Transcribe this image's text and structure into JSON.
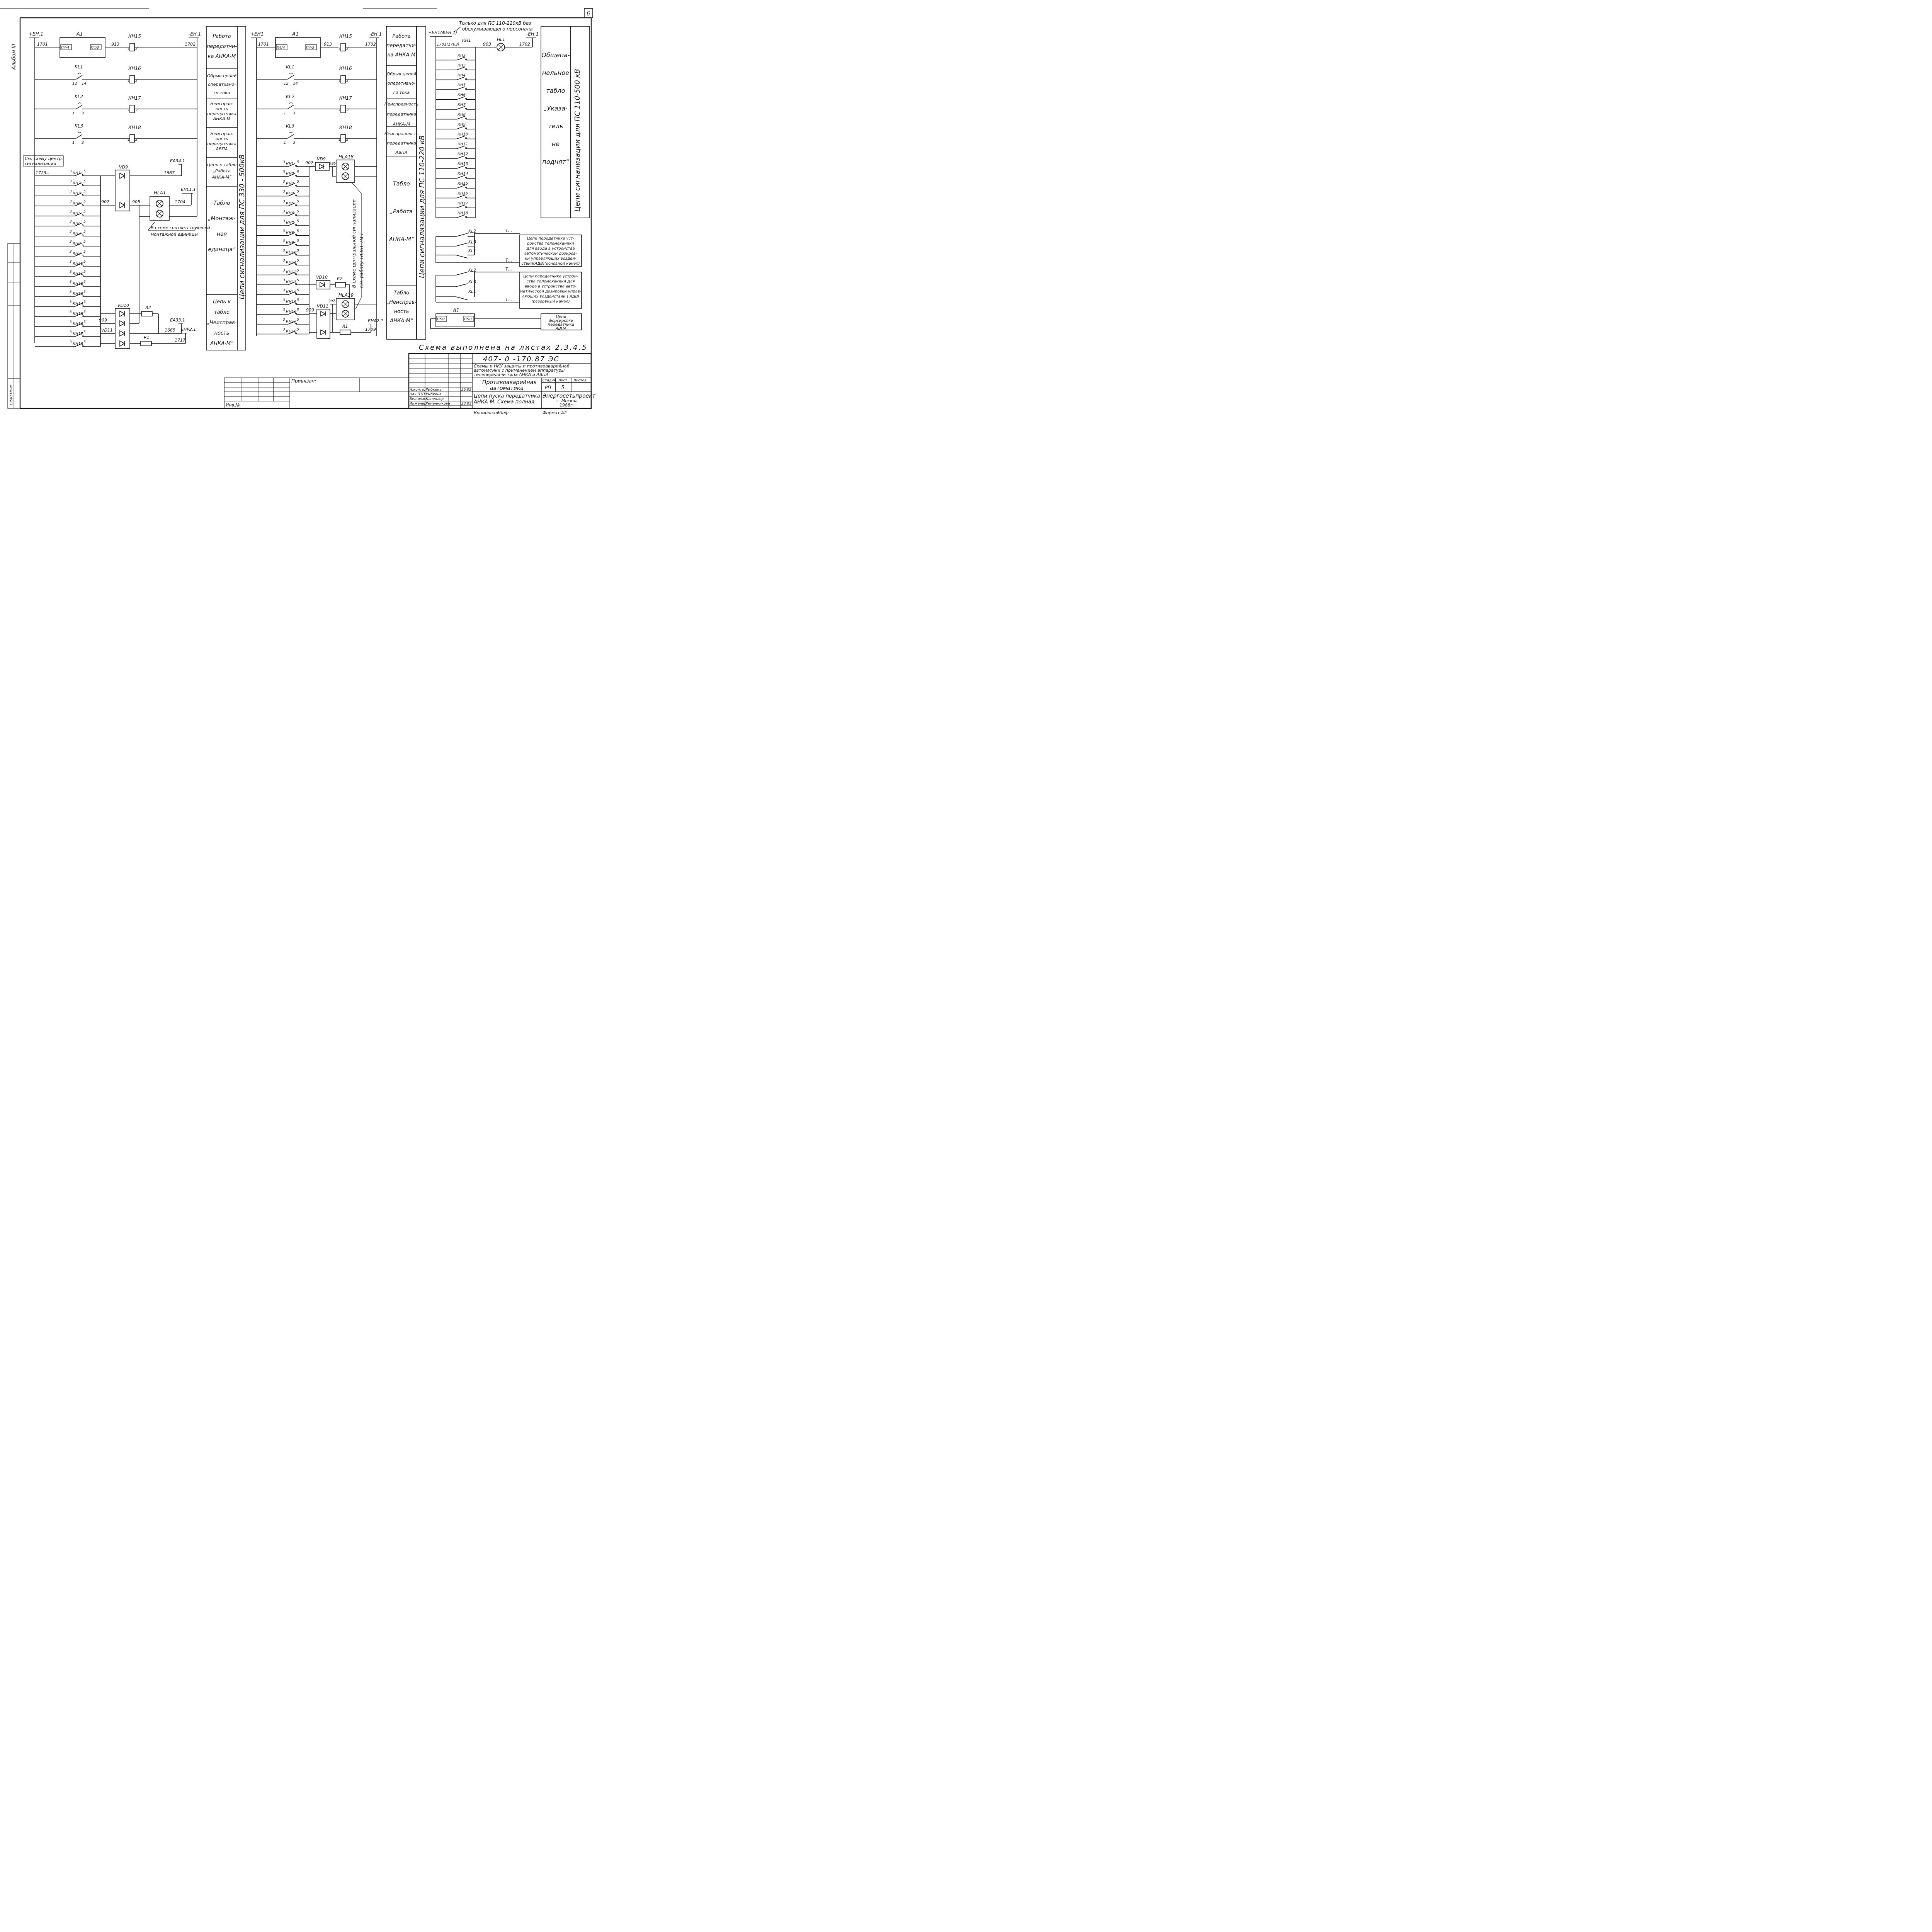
{
  "sheet": {
    "page_number": "6",
    "album_label": "Альбом III",
    "margin_code": "13561ТМ-III",
    "scheme_note": "Схема выполнена на листах 2,3,4,5"
  },
  "left_circuit": {
    "bus_plus": "+ЕН.1",
    "bus_minus": "-ЕН.1",
    "wire_1701": "1701",
    "wire_1702": "1702",
    "wire_913": "913",
    "device_a1": "А1",
    "a1_pin_left": "П4/4",
    "a1_pin_right": "П4/3",
    "relays": [
      "КН15",
      "КН16",
      "КН17",
      "КН18"
    ],
    "contacts": [
      "KL1",
      "KL2",
      "KL3"
    ],
    "kl1_pins": [
      "12",
      "14"
    ],
    "kl_pins": [
      "1",
      "3"
    ],
    "coil_pins": [
      "1",
      "2"
    ],
    "central_note": [
      "См. схему центр.",
      "сигнализации"
    ],
    "wire_1723": "1723-...",
    "kh_contacts": [
      "КН1",
      "КН2",
      "КН3",
      "КН4",
      "КН5",
      "КН6",
      "КН7",
      "КН8",
      "КН9",
      "КН10",
      "КН11",
      "КН12",
      "КН13",
      "КН14",
      "КН15",
      "КН16",
      "КН17",
      "КН18"
    ],
    "pin_3": "3",
    "pin_5": "5",
    "vd9": "VD9",
    "vd10": "VD10",
    "vd11": "VD11",
    "hla1": "HLA1",
    "r1": "R1",
    "r2": "R2",
    "ea34": "ЕА34.1",
    "ea33": "ЕА33.1",
    "ehl11": "ЕНL1.1",
    "ehp21": "ЕНР2.1",
    "w1667": "1667",
    "w1704": "1704",
    "w907": "907",
    "w905": "905",
    "w909": "909",
    "w1665": "1665",
    "w1717": "1717",
    "mounting_note": [
      "В схеме соответствующей",
      "монтажной единицы"
    ]
  },
  "left_labels": {
    "cells": [
      [
        "Работа",
        "передатчи-",
        "ка АНКА-М"
      ],
      [
        "Обрыв цепей",
        "оперативно-",
        "го тока"
      ],
      [
        "Неисправ-",
        "ность",
        "передатчика",
        "АНКА-М"
      ],
      [
        "Неисправ-",
        "ность",
        "передатчика",
        "АВПА"
      ],
      [
        "Цепь к табло",
        "„Работа",
        "АНКА-М“"
      ],
      [
        "Табло",
        "„Монтаж-",
        "ная",
        "единица“"
      ],
      [
        "Цепь к",
        "табло",
        "„Неисправ-",
        "ность",
        "АНКА-М“"
      ]
    ],
    "vertical": "Цепи сигнализации для ПС 330 - 500кВ"
  },
  "middle_circuit": {
    "bus_plus": "+ЕН1",
    "bus_minus": "-ЕН.1",
    "hla18": "HLA18",
    "hla19": "HLA19",
    "vd9": "VD9",
    "vd10": "VD10",
    "vd11": "VD11",
    "w995": "995",
    "w997": "997",
    "w1709": "1709",
    "eha21": "ЕНА2.1",
    "central_note": [
      "В схеме центральной сигнализации",
      "См. работу 10361-ТМ-I"
    ]
  },
  "middle_labels": {
    "cells": [
      [
        "Работа",
        "передатчи-",
        "ка АНКА-М"
      ],
      [
        "Обрыв цепей",
        "оперативно-",
        "го тока"
      ],
      [
        "Неисправность",
        "передатчика",
        "АНКА-М"
      ],
      [
        "Неисправность",
        "передатчика",
        "АВПА"
      ],
      [
        "Табло",
        "„Работа",
        "АНКА-М“"
      ],
      [
        "Табло",
        "„Неисправ-",
        "ность",
        "АНКА-М“"
      ]
    ],
    "vertical": "Цепи сигнализации для ПС 110-220 кВ"
  },
  "right_circuit": {
    "note_top": [
      "Только для ПС 110-220кВ без",
      "обслуживающего персонала"
    ],
    "bus_plus": "+ЕН1(⊕ЕН.1)",
    "bus_minus": "-ЕН.1",
    "w1701_1703": "1701(1703)",
    "w903": "903",
    "hl1": "HL1",
    "w1702": "1702",
    "t_mark": "Т...",
    "box1": [
      "Цепи передатчика уст-",
      "ройства телемеханики",
      "для ввода в устройства",
      "автоматической дозиров-",
      "ки управляющих воздей-",
      "ствий(АДВ)(основной канал)"
    ],
    "box2": [
      "Цепи передатчика устрой-",
      "ства телемеханики для",
      "ввода в устройства авто-",
      "матической дозировки управ-",
      "ляющих воздействий ( АДВ)",
      "(резервный канал)"
    ],
    "box3": [
      "Цепи",
      "форсировки",
      "передатчика",
      "АВПА"
    ],
    "a1_pin_left": "П5/2",
    "a1_pin_right": "П5/1",
    "kl_label_2": "KL2",
    "kl_label_3": "KL3",
    "kl_label_1": "KL1"
  },
  "right_labels": {
    "cell": [
      "Общепа-",
      "нельное",
      "табло",
      "„Указа-",
      "тель",
      "не",
      "поднят“"
    ],
    "vertical": "Цепи сигнализации для ПС 110-500 кВ"
  },
  "title_block": {
    "code": "407- 0 -170.87   ЭС",
    "title": [
      "Схемы и НКУ защиты и противоаварийной",
      "автоматики с применением аппаратуры",
      "телепередачи типа АНКА и АВПА"
    ],
    "section": [
      "Противоаварийная",
      "автоматика"
    ],
    "stage_h": "Стадия",
    "sheet_h": "Лист",
    "sheets_h": "Листов",
    "stage": "РП",
    "sheet_no": "5",
    "sheet_title": [
      "Цепи пуска передатчика",
      "АНКА-М. Схема полная."
    ],
    "org": [
      "Энергосетьпроект",
      "г. Москва",
      "1988г."
    ],
    "roles": [
      "Н.контр.",
      "Нач.ПТП",
      "Вед.инж.",
      "Инженер"
    ],
    "names": [
      "Рыбкина",
      "Рыбкина",
      "Капеллер",
      "Ременникова"
    ],
    "dates": [
      "25.03",
      "",
      "",
      "23.03"
    ],
    "privyazan": "Привязан:",
    "inv_no": "Инв.№",
    "copied": "Копировал:",
    "format": "Формат А2"
  }
}
